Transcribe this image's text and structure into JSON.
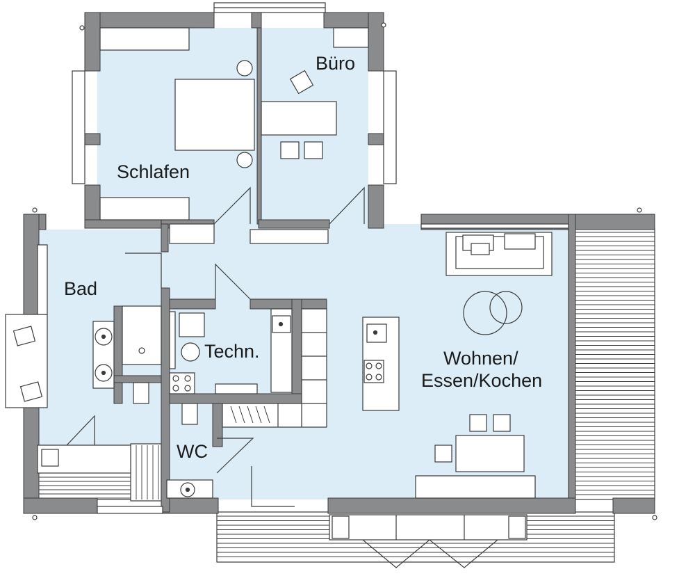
{
  "floorplan": {
    "rooms": {
      "schlafen": "Schlafen",
      "buero": "Büro",
      "bad": "Bad",
      "techn": "Techn.",
      "wc": "WC",
      "wohnen_line1": "Wohnen/",
      "wohnen_line2": "Essen/Kochen"
    },
    "colors": {
      "floor": "#dcedf7",
      "wall": "#8a8b8d",
      "line": "#3a3a3a",
      "furniture": "#ffffff",
      "exterior": "#ffffff"
    }
  }
}
